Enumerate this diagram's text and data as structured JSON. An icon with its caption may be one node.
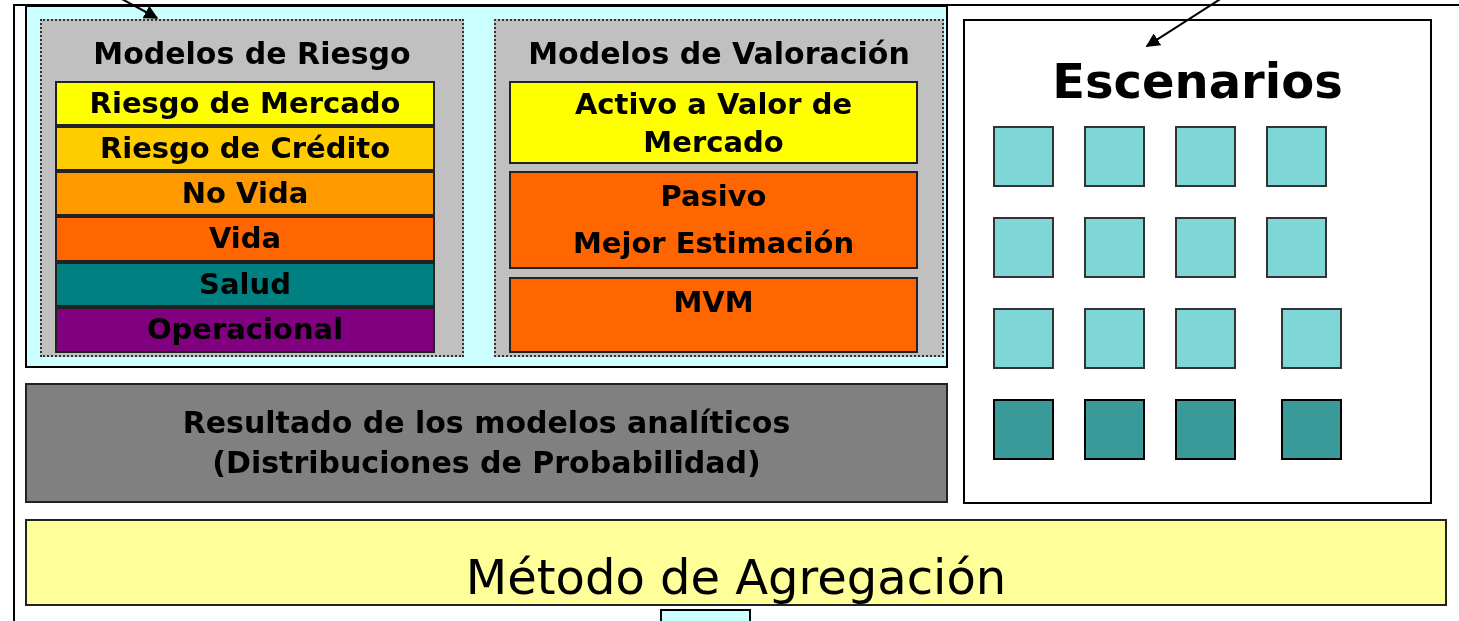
{
  "diagram": {
    "nodes": [
      {
        "text": [],
        "shape": "box"
      },
      {
        "text": [
          "Modelos de Riesgo"
        ],
        "in": 0
      },
      {
        "text": [
          "Riesgo de Mercado"
        ],
        "in": 1
      },
      {
        "text": [
          "Riesgo de Crédito"
        ],
        "in": 1
      },
      {
        "text": [
          "No Vida"
        ],
        "in": 1
      },
      {
        "text": [
          "Vida"
        ],
        "in": 1
      },
      {
        "text": [
          "Salud"
        ],
        "in": 1
      },
      {
        "text": [
          "Operacional"
        ],
        "in": 1
      },
      {
        "text": [
          "Modelos de Valoración"
        ],
        "in": 0
      },
      {
        "text": [
          "Activo a Valor de Mercado"
        ],
        "in": 8
      },
      {
        "text": [
          "Pasivo",
          "Mejor Estimación"
        ],
        "in": 8
      },
      {
        "text": [
          "MVM"
        ],
        "in": 8
      },
      {
        "text": [
          "Resultado de los modelos analíticos (Distribuciones de Probabilidad)"
        ]
      },
      {
        "text": [
          "Escenarios"
        ]
      },
      {
        "text": [],
        "shape": "box",
        "in": 13
      },
      {
        "text": [],
        "shape": "box",
        "in": 13
      },
      {
        "text": [],
        "shape": "box",
        "in": 13
      },
      {
        "text": [],
        "shape": "box",
        "in": 13
      },
      {
        "text": [],
        "shape": "box",
        "in": 13
      },
      {
        "text": [],
        "shape": "box",
        "in": 13
      },
      {
        "text": [],
        "shape": "box",
        "in": 13
      },
      {
        "text": [],
        "shape": "box",
        "in": 13
      },
      {
        "text": [],
        "shape": "box",
        "in": 13
      },
      {
        "text": [],
        "shape": "box",
        "in": 13
      },
      {
        "text": [],
        "shape": "box",
        "in": 13
      },
      {
        "text": [],
        "shape": "box",
        "in": 13
      },
      {
        "text": [],
        "shape": "box",
        "in": 13
      },
      {
        "text": [],
        "shape": "box",
        "in": 13
      },
      {
        "text": [],
        "shape": "box",
        "in": 13
      },
      {
        "text": [],
        "shape": "box",
        "in": 13
      },
      {
        "text": [
          "Método de Agregación"
        ]
      },
      {
        "text": [],
        "shape": "box"
      }
    ],
    "edges": [
      {
        "from": null,
        "to": 1,
        "arrow": "to"
      },
      {
        "from": null,
        "to": 13,
        "arrow": "to"
      }
    ]
  }
}
